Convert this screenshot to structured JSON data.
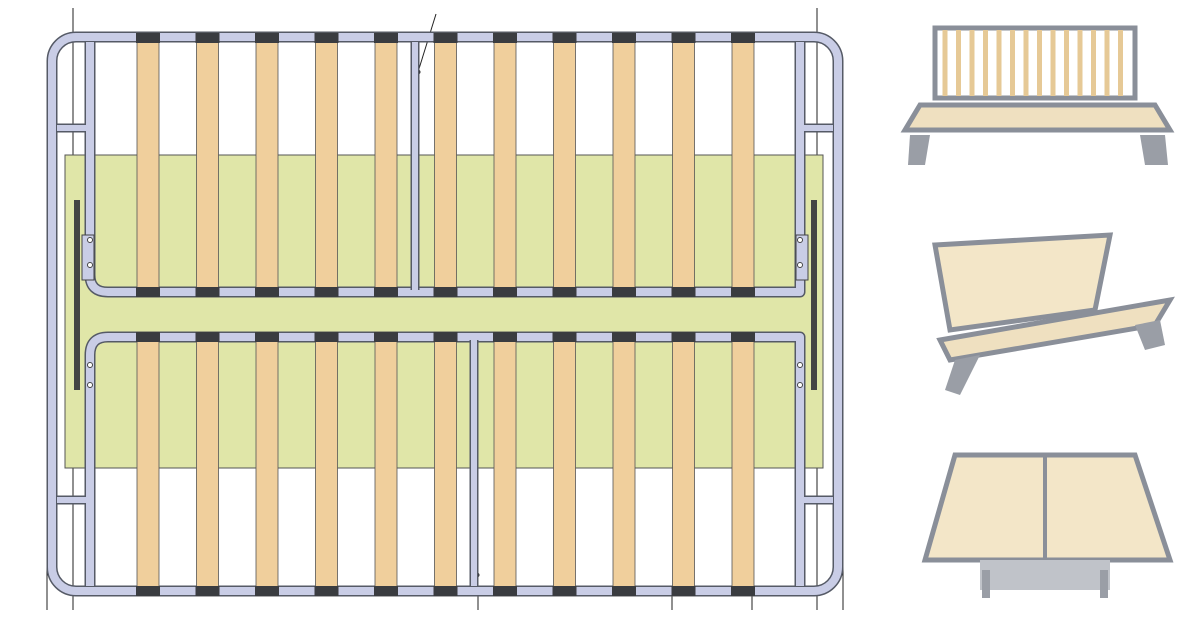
{
  "drawing": {
    "slats_per_half": 11,
    "colors": {
      "frame": "#c9cde6",
      "frame_stroke": "#555a66",
      "slat": "#f0cf9c",
      "slat_cap": "#3a3c40",
      "panel": "#e0e6a8",
      "line": "#222222"
    }
  },
  "photos": [
    {
      "view": "sofa-upright"
    },
    {
      "view": "sofa-reclined"
    },
    {
      "view": "bed-unfolded"
    }
  ]
}
